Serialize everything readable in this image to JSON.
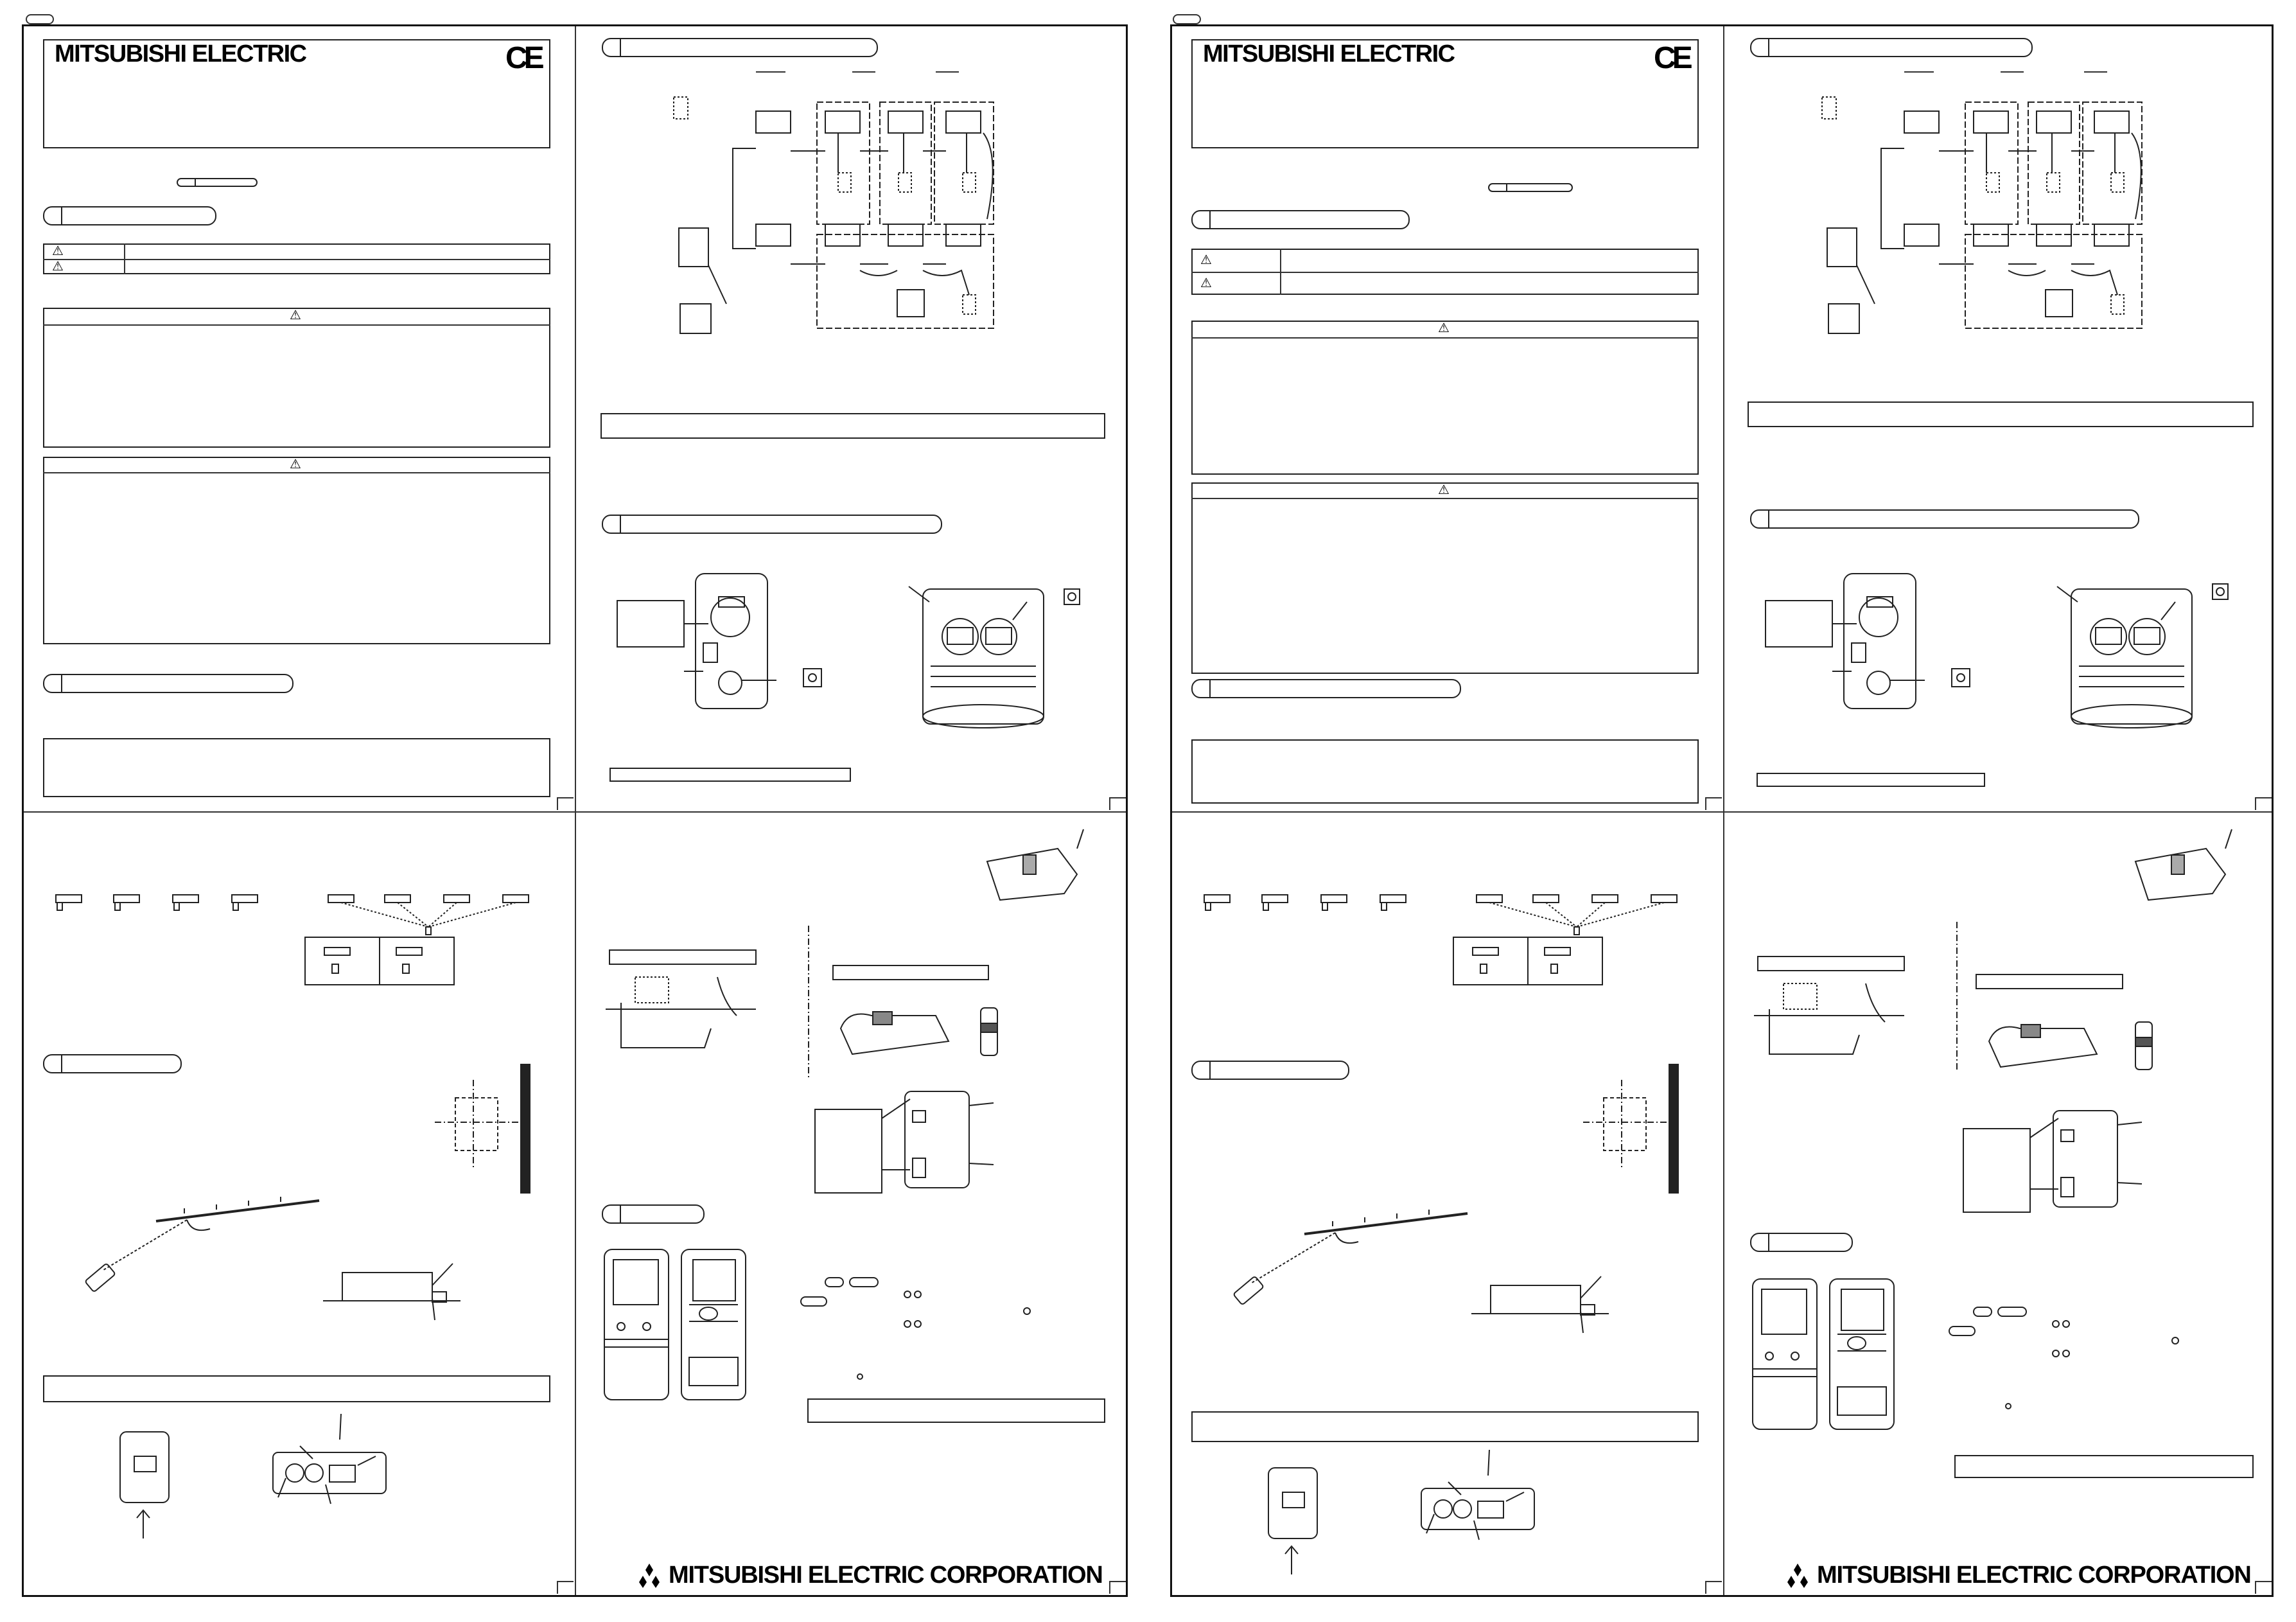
{
  "brand": {
    "name": "MITSUBISHI ELECTRIC",
    "mark": "CE",
    "corporation": "MITSUBISHI ELECTRIC CORPORATION"
  },
  "symbols": {
    "warning": "⚠",
    "logo_icon": "three-diamond-icon"
  }
}
